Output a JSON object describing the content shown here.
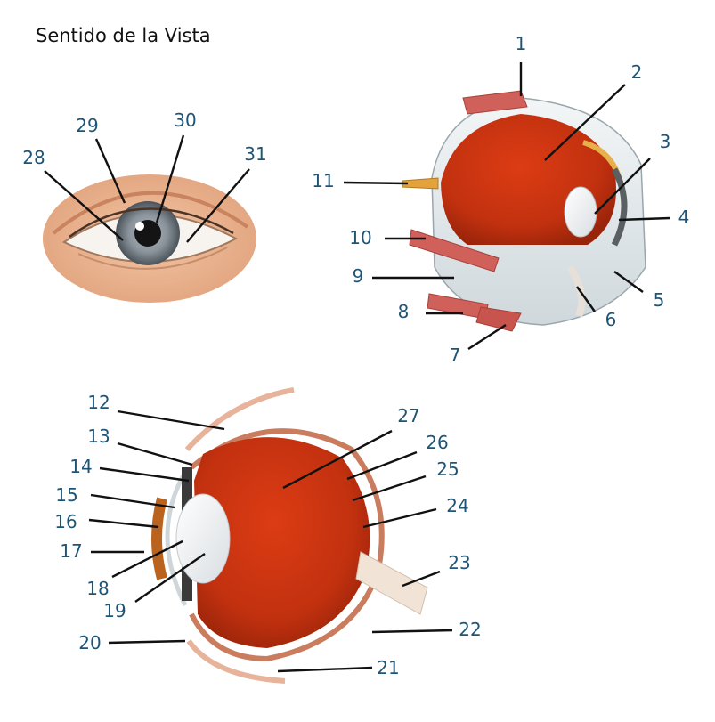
{
  "title": "Sentido de la Vista",
  "callout_numbers": [
    "1",
    "2",
    "3",
    "4",
    "5",
    "6",
    "7",
    "8",
    "9",
    "10",
    "11",
    "12",
    "13",
    "14",
    "15",
    "16",
    "17",
    "18",
    "19",
    "20",
    "21",
    "22",
    "23",
    "24",
    "25",
    "26",
    "27",
    "28",
    "29",
    "30",
    "31"
  ],
  "colors": {
    "label": "#1e5576",
    "leader_line": "#111111",
    "retina_red": "#c8381a",
    "muscle_red": "#d0605a",
    "sclera": "#e9eef0",
    "skin": "#eab08c",
    "iris": "#8d949b"
  }
}
